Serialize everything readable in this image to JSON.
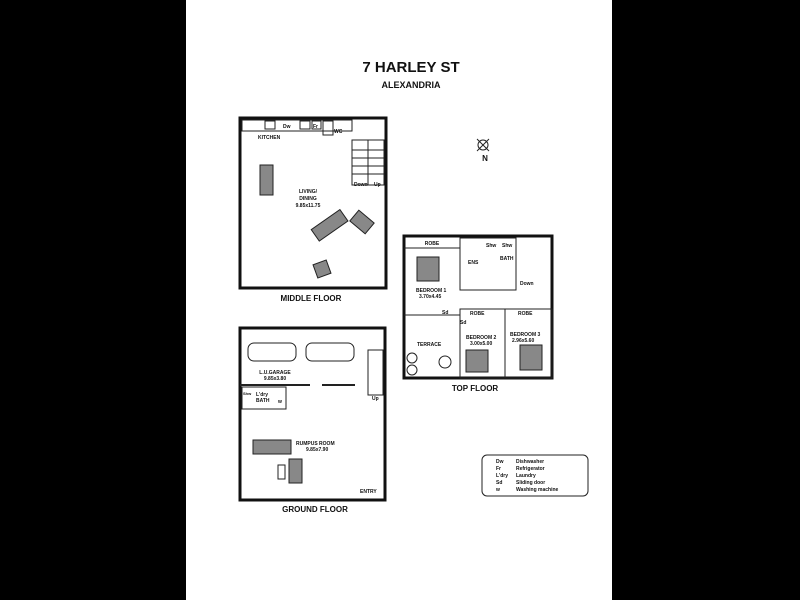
{
  "header": {
    "title": "7 HARLEY ST",
    "suburb": "ALEXANDRIA"
  },
  "compass": {
    "label": "N"
  },
  "middle_floor": {
    "label": "MIDDLE FLOOR",
    "kitchen": "KITCHEN",
    "dw": "Dw",
    "fr": "Fr",
    "wc": "WC",
    "living": "LIVING/",
    "dining": "DINING",
    "living_size": "9.85x11.75",
    "down": "Down",
    "up": "Up"
  },
  "top_floor": {
    "label": "TOP FLOOR",
    "robe": "ROBE",
    "shw": "Shw",
    "ens": "ENS",
    "bath": "BATH",
    "down": "Down",
    "bedroom1": "BEDROOM 1",
    "bedroom1_size": "3.70x4.45",
    "bedroom2": "BEDROOM 2",
    "bedroom2_size": "3.00x5.00",
    "bedroom3": "BEDROOM 3",
    "bedroom3_size": "2.96x5.60",
    "terrace": "TERRACE",
    "sd": "Sd"
  },
  "ground_floor": {
    "label": "GROUND FLOOR",
    "garage": "L.U.GARAGE",
    "garage_size": "9.85x3.80",
    "laundry": "L'dry",
    "bath": "BATH",
    "shw": "Shw",
    "w": "w",
    "up": "Up",
    "rumpus": "RUMPUS ROOM",
    "rumpus_size": "9.85x7.90",
    "entry": "ENTRY"
  },
  "legend": [
    {
      "abbr": "Dw",
      "meaning": "Dishwasher"
    },
    {
      "abbr": "Fr",
      "meaning": "Refrigerator"
    },
    {
      "abbr": "L'dry",
      "meaning": "Laundry"
    },
    {
      "abbr": "Sd",
      "meaning": "Sliding door"
    },
    {
      "abbr": "w",
      "meaning": "Washing machine"
    }
  ]
}
